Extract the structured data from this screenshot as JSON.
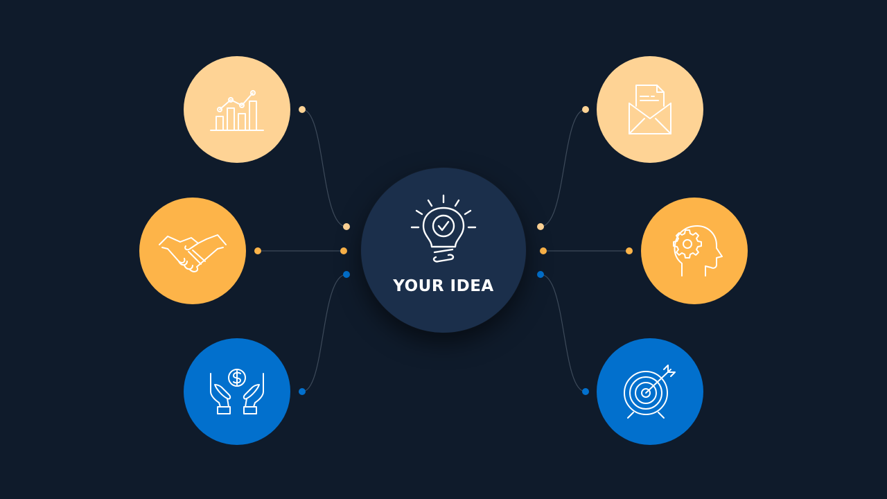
{
  "center": {
    "label": "YOUR IDEA",
    "icon": "lightbulb-check-icon",
    "color": "#1b2f4b"
  },
  "nodes": [
    {
      "id": "analytics",
      "side": "left",
      "icon": "bar-chart-growth-icon",
      "color": "#fed395"
    },
    {
      "id": "partnership",
      "side": "left",
      "icon": "handshake-icon",
      "color": "#fdb449"
    },
    {
      "id": "funding",
      "side": "left",
      "icon": "hands-dollar-icon",
      "color": "#0270cd"
    },
    {
      "id": "mail",
      "side": "right",
      "icon": "envelope-document-icon",
      "color": "#fed395"
    },
    {
      "id": "thinking",
      "side": "right",
      "icon": "head-gear-icon",
      "color": "#fdb449"
    },
    {
      "id": "goal",
      "side": "right",
      "icon": "target-arrow-icon",
      "color": "#0270cd"
    }
  ],
  "theme": {
    "background": "#0f1b2b",
    "connector_line": "#3d4a5a",
    "dot_light": "#fed395",
    "dot_orange": "#fdb449",
    "dot_blue": "#0270cd"
  }
}
